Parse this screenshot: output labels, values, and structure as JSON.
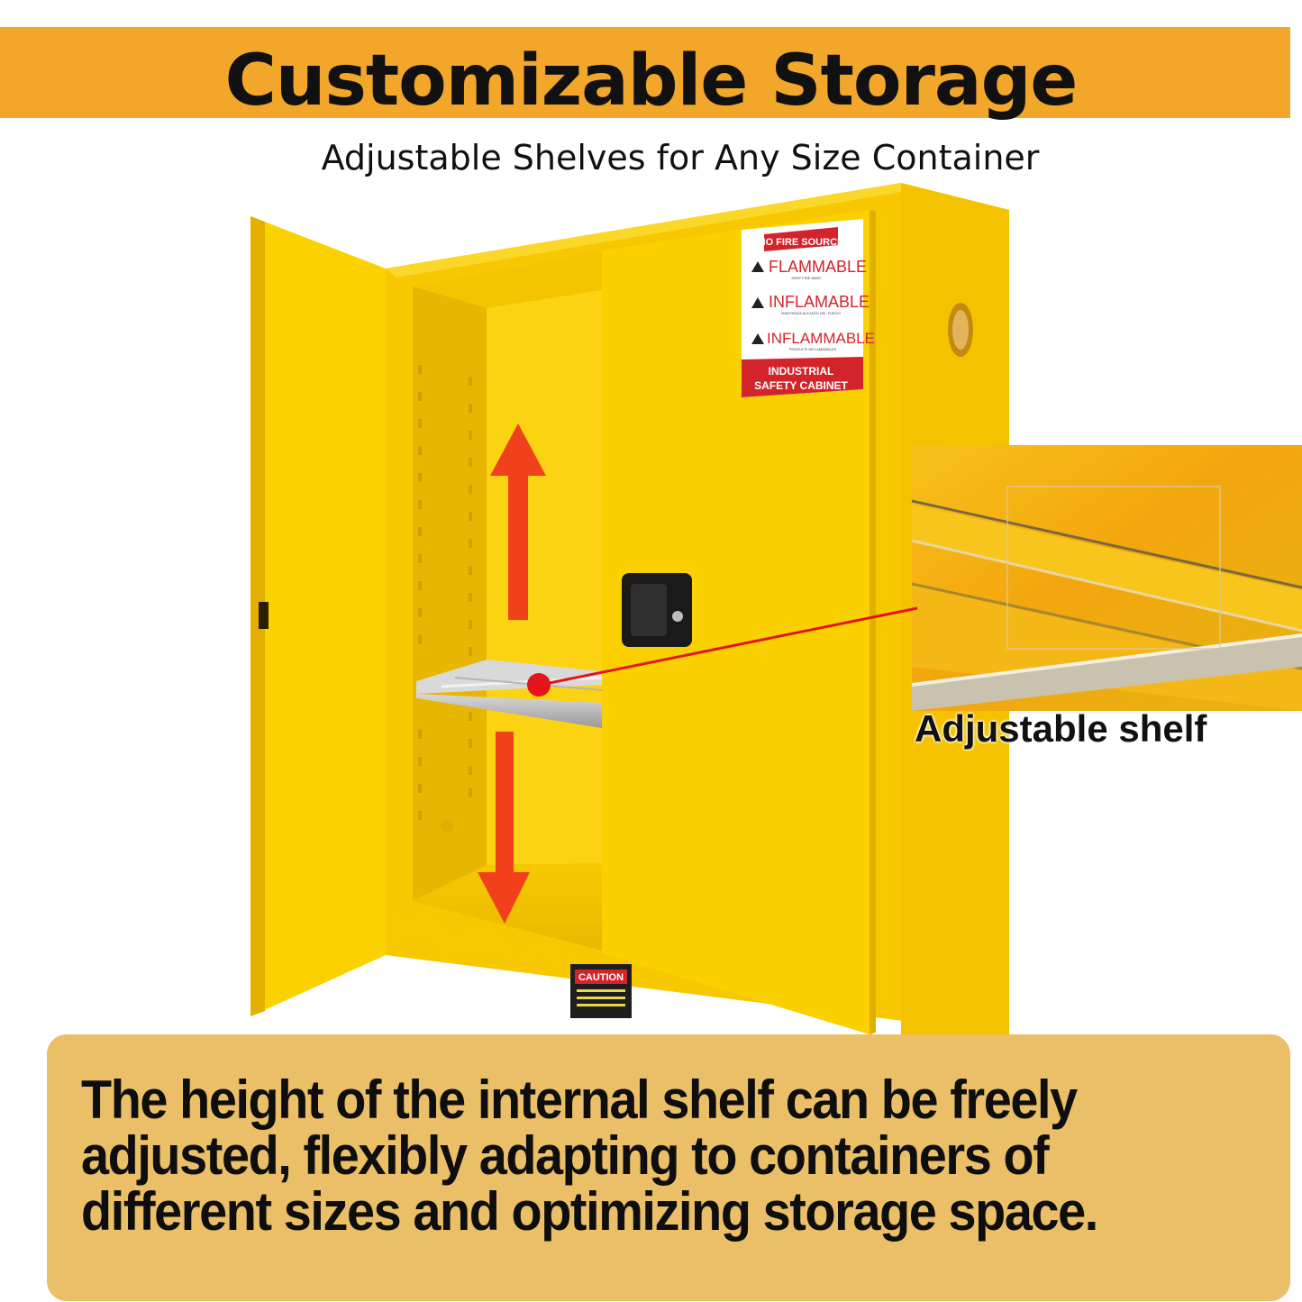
{
  "header": {
    "title": "Customizable Storage",
    "subtitle": "Adjustable Shelves for Any Size Container"
  },
  "cabinet_label": {
    "top_banner": "NO FIRE SOURCE",
    "line1": "FLAMMABLE",
    "line1_small": "KEEP FIRE AWAY",
    "line2": "INFLAMABLE",
    "line2_small": "MANTENGA ALEJADO DEL FUEGO",
    "line3": "INFLAMMABLE",
    "line3_small": "PRODUITS INFLAMMABLES",
    "bottom_line1": "INDUSTRIAL",
    "bottom_line2": "SAFETY CABINET"
  },
  "caution_label": {
    "heading": "CAUTION"
  },
  "callout": {
    "label": "Adjustable shelf"
  },
  "description": {
    "text": "The height of the internal shelf can be freely adjusted, flexibly adapting to containers of different sizes and optimizing storage space."
  },
  "colors": {
    "banner": "#f2a72a",
    "cabinet_yellow": "#f9cd07",
    "arrow_red": "#f0401c",
    "info_box": "#eabf67"
  }
}
